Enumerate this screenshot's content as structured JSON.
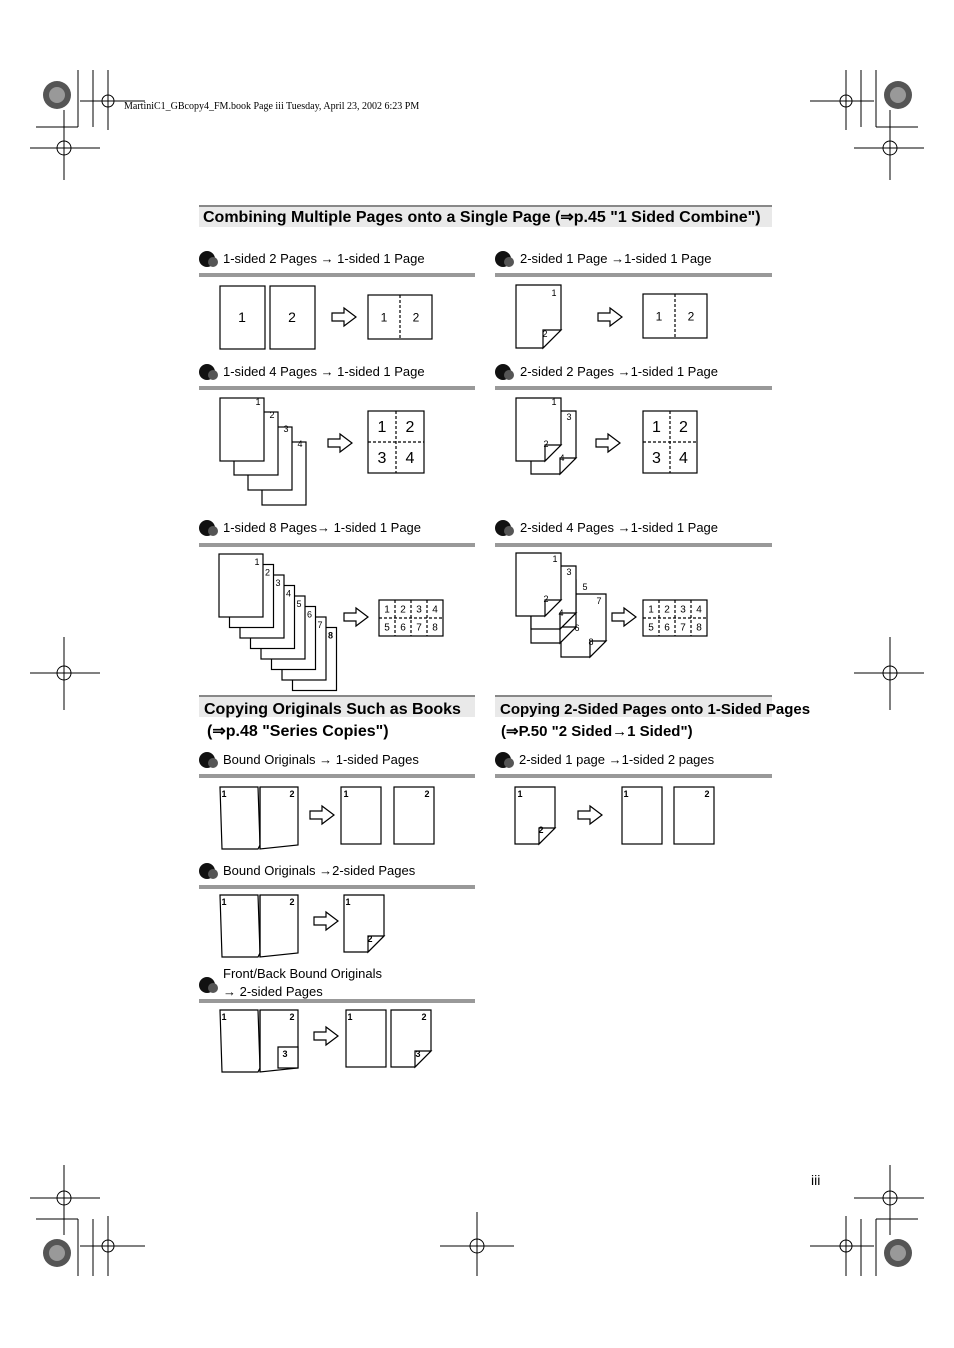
{
  "header": {
    "file_info": "MartiniC1_GBcopy4_FM.book  Page iii  Tuesday, April 23, 2002  6:23 PM"
  },
  "section1": {
    "title": "Combining Multiple Pages onto a Single Page (⇒p.45 \"1 Sided Combine\")",
    "items": [
      "1-sided 2 Pages → 1-sided 1 Page",
      "2-sided 1 Page →1-sided 1 Page",
      "1-sided 4 Pages → 1-sided 1 Page",
      "2-sided 2 Pages →1-sided 1 Page",
      "1-sided 8 Pages→ 1-sided 1 Page",
      "2-sided 4 Pages →1-sided 1 Page"
    ]
  },
  "section2": {
    "title_line1": "Copying Originals Such as Books",
    "title_line2": "(⇒p.48 \"Series Copies\")",
    "items": [
      "Bound Originals → 1-sided Pages",
      "Bound Originals →2-sided Pages",
      "Front/Back Bound Originals",
      "→ 2-sided Pages"
    ]
  },
  "section3": {
    "title_line1": "Copying 2-Sided Pages onto 1-Sided Pages",
    "title_line2": "(⇒P.50 \"2 Sided→1 Sided\")",
    "items": [
      "2-sided 1 page →1-sided 2 pages"
    ]
  },
  "diagram_digits": [
    "1",
    "2",
    "3",
    "4",
    "5",
    "6",
    "7",
    "8"
  ],
  "page_number": "iii"
}
